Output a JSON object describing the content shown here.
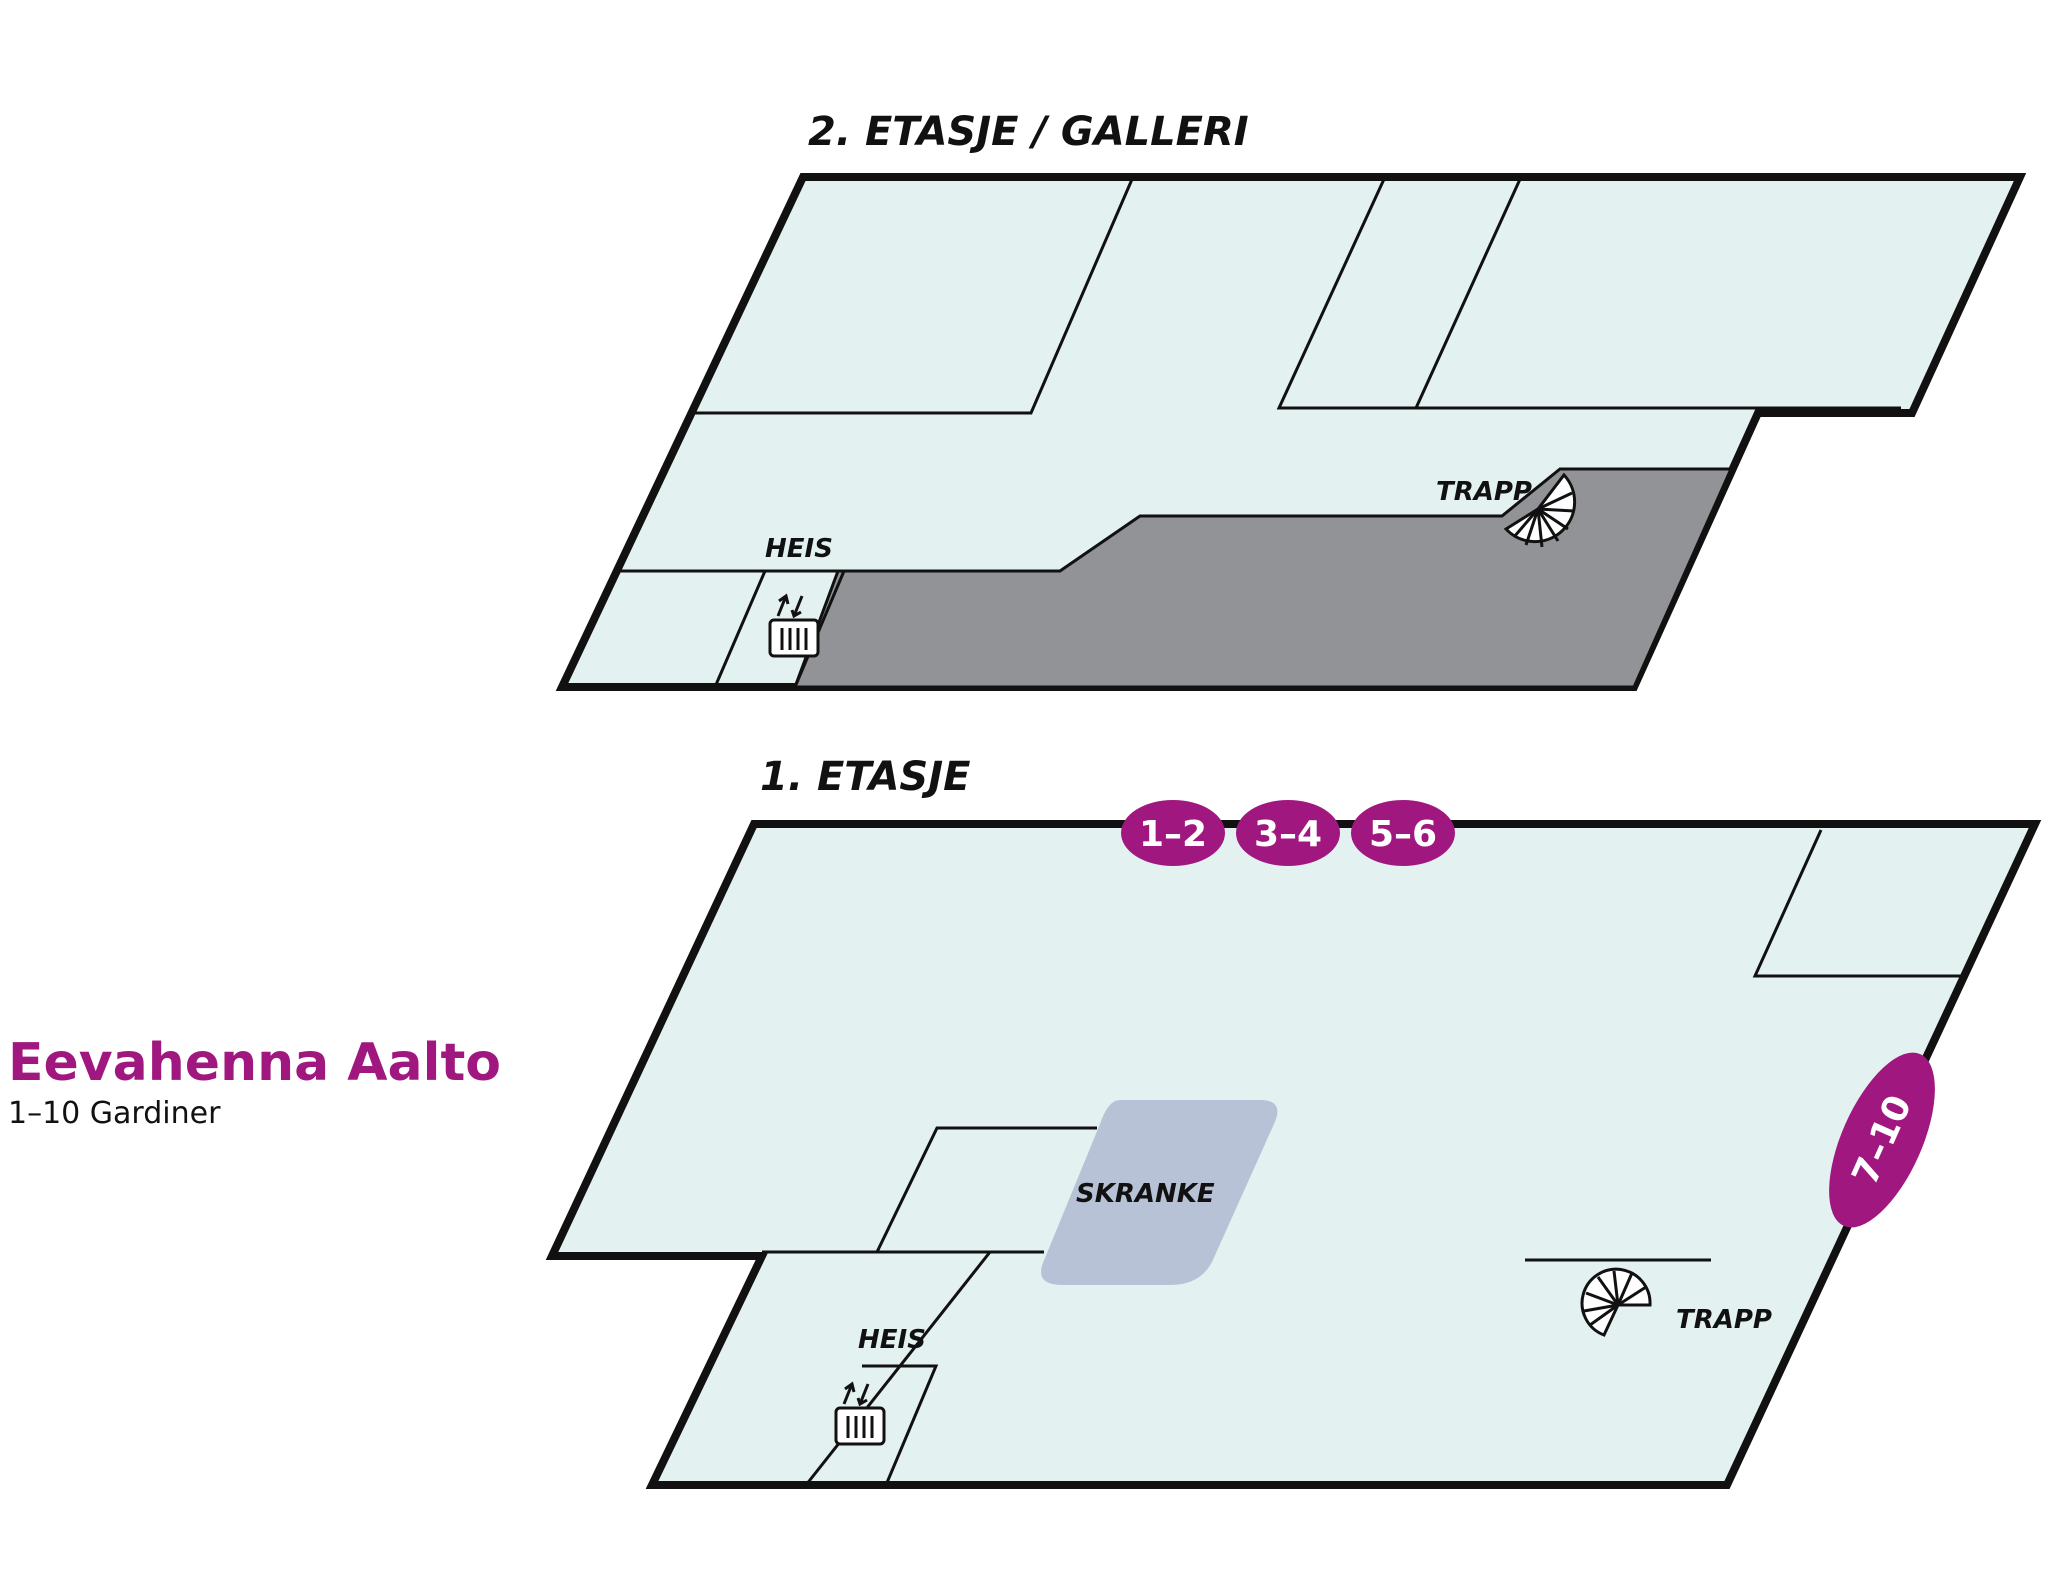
{
  "colors": {
    "floor_fill": "#e3f1f0",
    "outline": "#111111",
    "restricted_fill": "#929396",
    "desk_fill": "#b7c2d6",
    "accent": "#a0187f"
  },
  "floors": {
    "upper": {
      "title": "2. ETASJE / GALLERI",
      "stairs_label": "TRAPP",
      "elevator_label": "HEIS"
    },
    "lower": {
      "title": "1. ETASJE",
      "desk_label": "SKRANKE",
      "stairs_label": "TRAPP",
      "elevator_label": "HEIS",
      "markers": [
        "1–2",
        "3–4",
        "5–6",
        "7–10"
      ]
    }
  },
  "legend": {
    "name": "Eevahenna Aalto",
    "subtitle": "1–10 Gardiner"
  },
  "icons": [
    "elevator-icon",
    "spiral-stairs-icon"
  ]
}
